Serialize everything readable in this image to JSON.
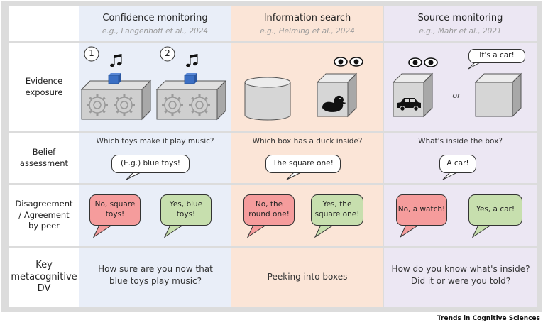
{
  "columns": [
    {
      "title": "Confidence monitoring",
      "example": "e.g., Langenhoff et al., 2024"
    },
    {
      "title": "Information search",
      "example": "e.g., Helming et al., 2024"
    },
    {
      "title": "Source monitoring",
      "example": "e.g., Mahr et al., 2021"
    }
  ],
  "rows": {
    "evidence_exposure": "Evidence exposure",
    "belief_assessment": "Belief assessment",
    "disagreement": "Disagreement / Agreement by peer",
    "dv": "Key metacognitive DV"
  },
  "evidence": {
    "step1": "1",
    "step2": "2",
    "its_a_car": "It's a car!",
    "or": "or"
  },
  "questions": [
    "Which toys make it play music?",
    "Which box has a duck inside?",
    "What's inside the box?"
  ],
  "beliefs": [
    "(E.g.) blue toys!",
    "The square one!",
    "A car!"
  ],
  "peers": [
    {
      "disagree": "No, square toys!",
      "agree": "Yes, blue toys!"
    },
    {
      "disagree": "No, the round one!",
      "agree": "Yes, the square one!"
    },
    {
      "disagree": "No, a watch!",
      "agree": "Yes, a car!"
    }
  ],
  "dv": [
    "How sure are you now that blue toys play music?",
    "Peeking into boxes",
    "How do you know what's inside? Did it or were you told?"
  ],
  "footer": "Trends in Cognitive Sciences",
  "colors": {
    "confidence_bg": "#e9eef8",
    "search_bg": "#fbe5d7",
    "source_bg": "#ece7f3",
    "disagree": "#f59c9c",
    "agree": "#c7dfae",
    "toy": "#3b6fc4"
  },
  "icons": [
    "music-note-icon",
    "eyes-icon",
    "duck-icon",
    "car-icon",
    "gear-icon"
  ]
}
